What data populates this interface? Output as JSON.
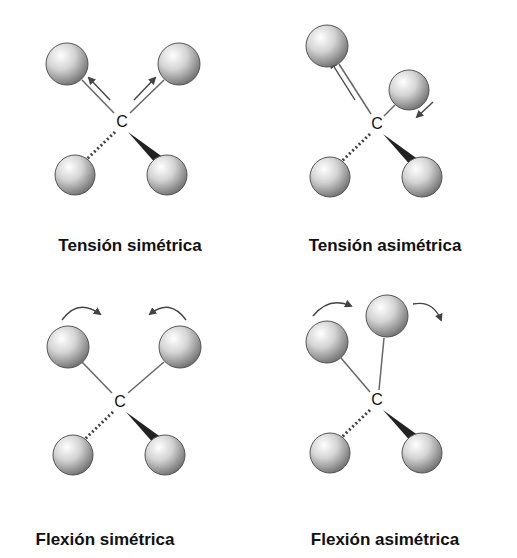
{
  "diagram": {
    "labels": [
      "C",
      "C",
      "Tensión simétrica",
      "Tensión asimétrica",
      "C",
      "C",
      "Flexión simétrica",
      "Flexión asimétrica"
    ]
  }
}
